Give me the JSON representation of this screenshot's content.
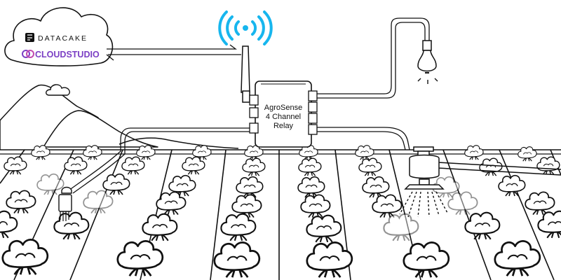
{
  "cloud": {
    "brand_primary": "DATACAKE",
    "brand_secondary": "CLOUDSTUDIO",
    "secondary_color": "#7b3fc4"
  },
  "relay": {
    "line1": "AgroSense",
    "line2": "4 Channel",
    "line3": "Relay"
  },
  "wireless_color": "#17b6ee",
  "icons": [
    "datacake-logo-icon",
    "cloudstudio-logo-icon",
    "wifi-signal-icon",
    "light-bulb-icon",
    "antenna-icon",
    "soil-sensor-icon",
    "sprinkler-icon"
  ]
}
